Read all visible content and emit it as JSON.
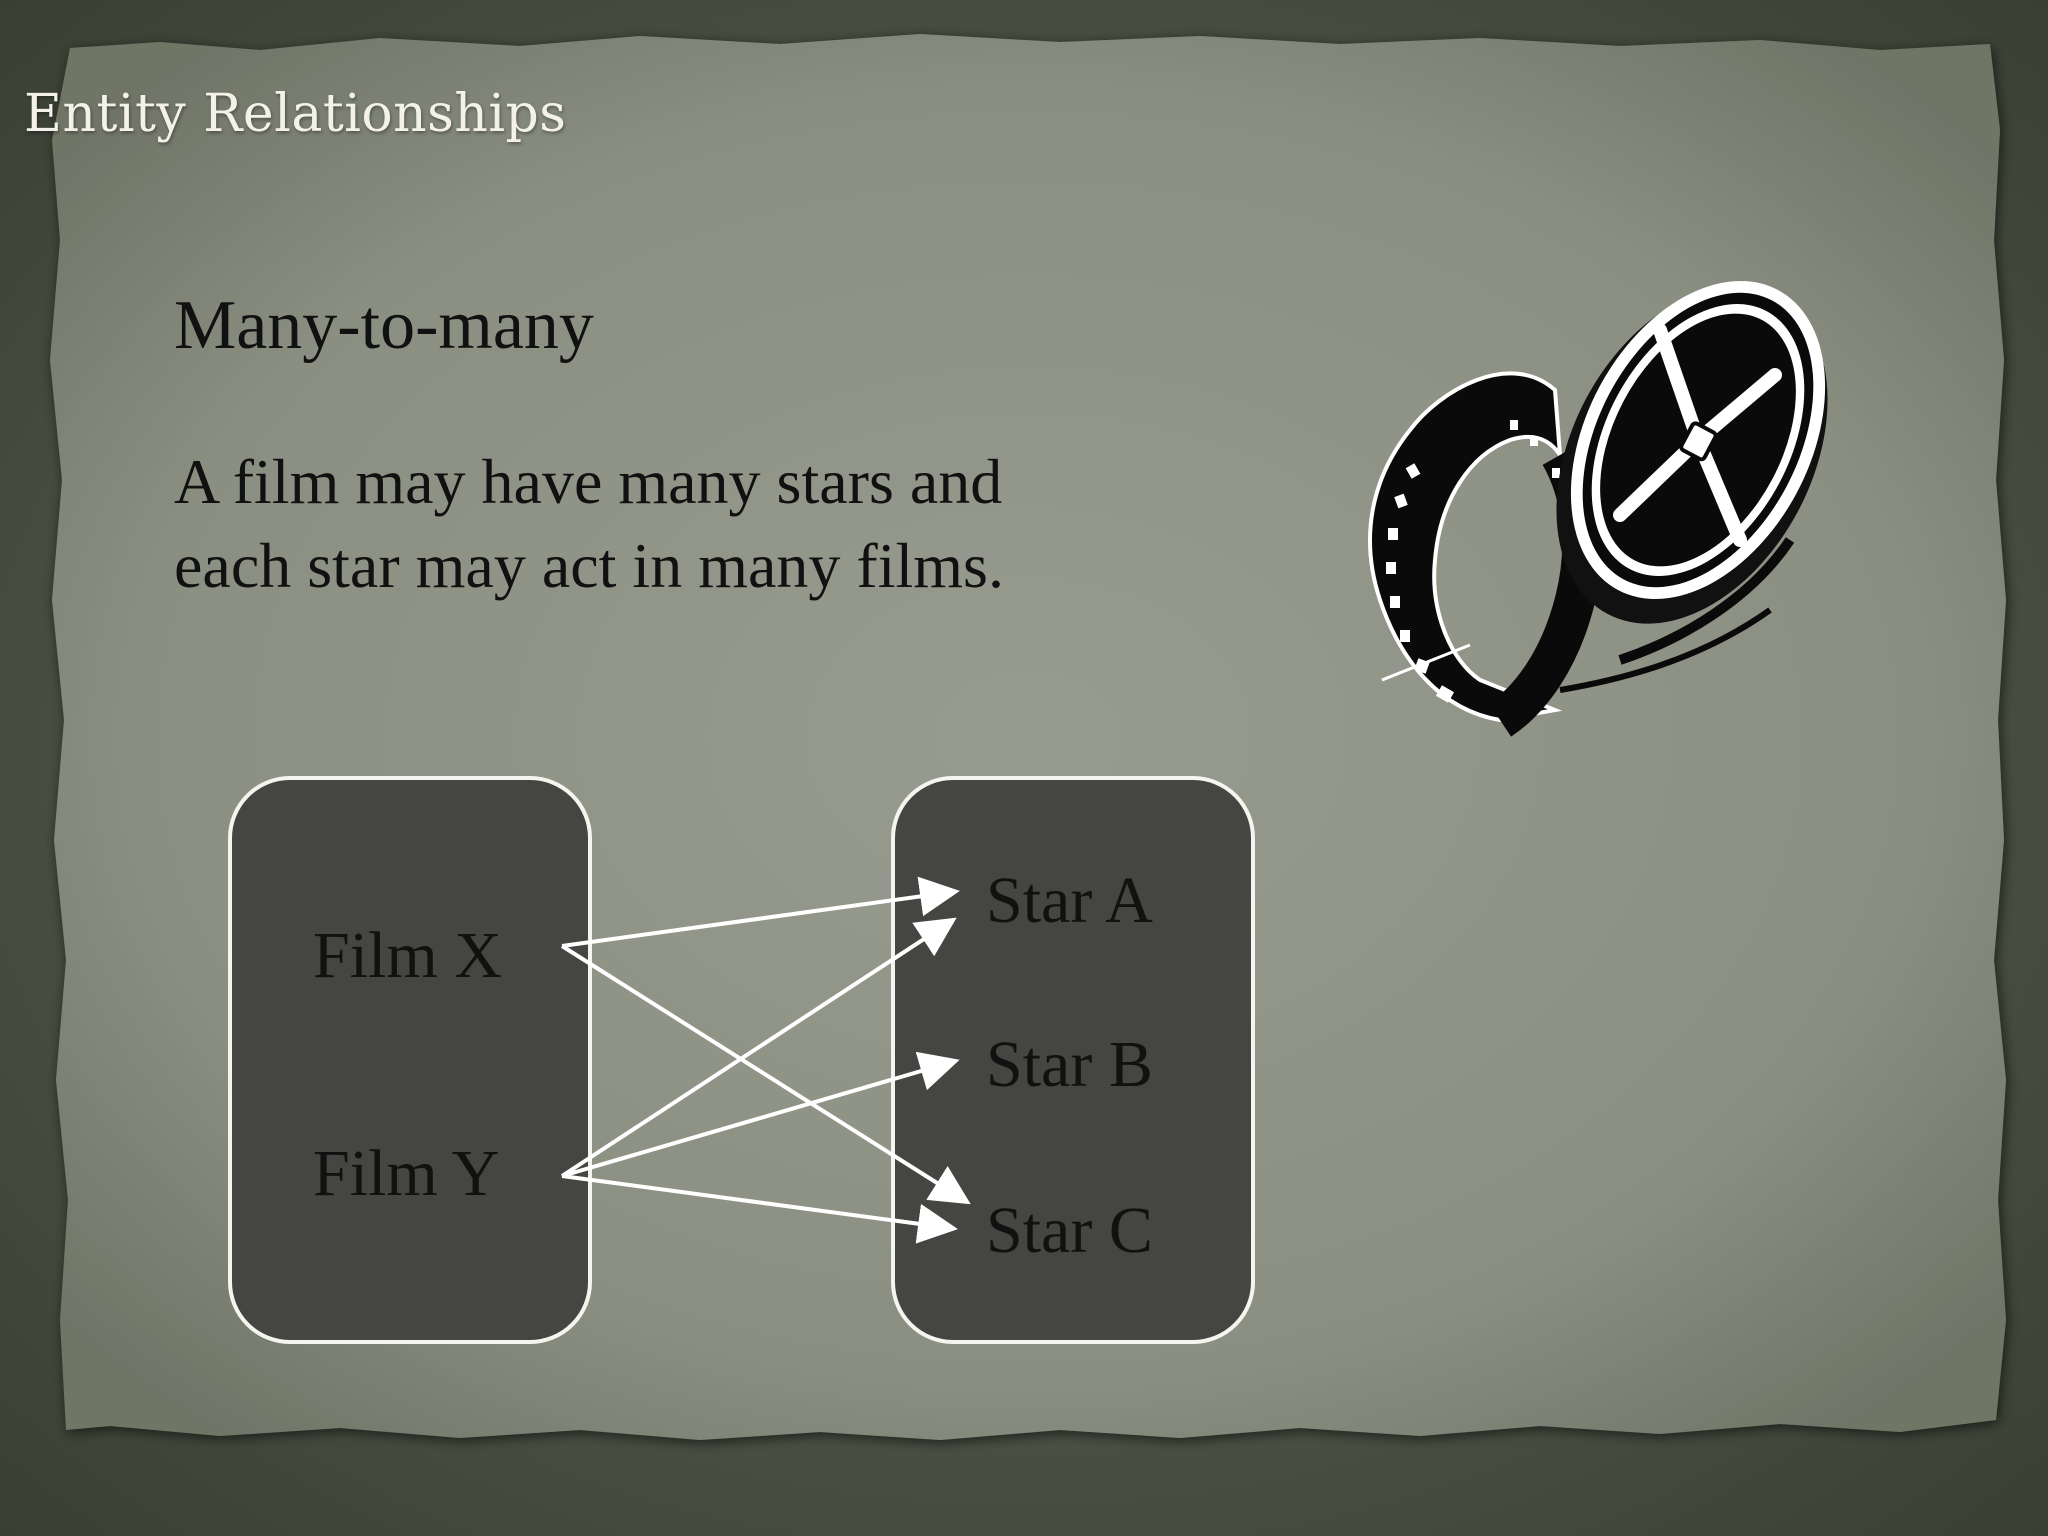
{
  "slide": {
    "title": "Entity Relationships",
    "subtitle": "Many-to-many",
    "body_lines": [
      "A film may have many stars and",
      "each star may act in many films."
    ]
  },
  "diagram": {
    "films": [
      "Film X",
      "Film Y"
    ],
    "stars": [
      "Star A",
      "Star B",
      "Star C"
    ],
    "links": [
      {
        "from": "Film X",
        "to": "Star A"
      },
      {
        "from": "Film X",
        "to": "Star C"
      },
      {
        "from": "Film Y",
        "to": "Star A"
      },
      {
        "from": "Film Y",
        "to": "Star B"
      },
      {
        "from": "Film Y",
        "to": "Star C"
      }
    ]
  },
  "colors": {
    "paper": "#8e9385",
    "box_fill": "#454541",
    "arrow": "#ffffff",
    "text": "#111111"
  },
  "icons": {
    "reel": "film-reel-icon"
  }
}
